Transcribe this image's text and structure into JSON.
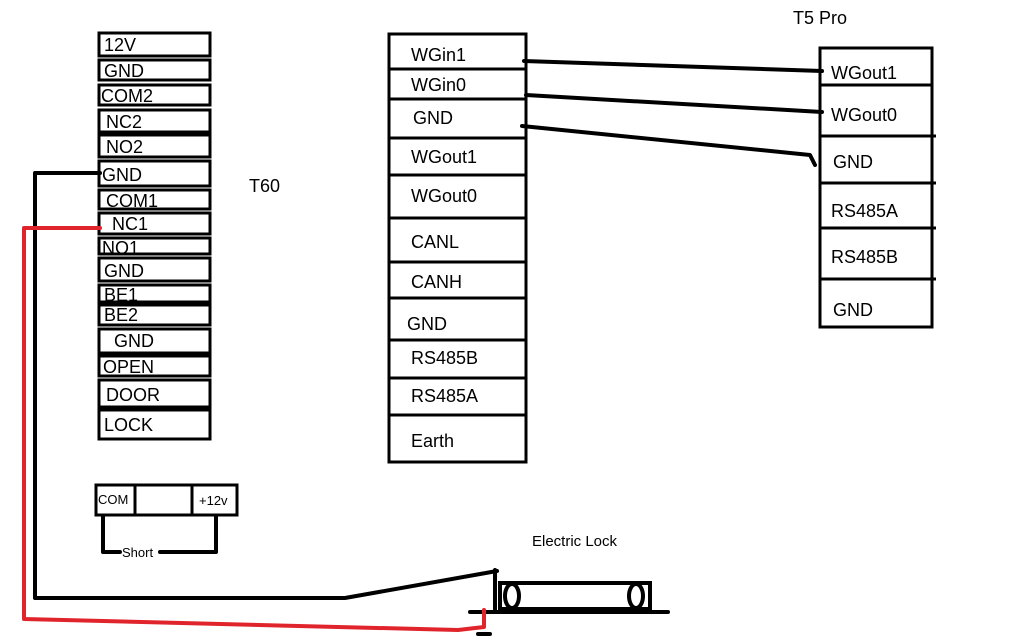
{
  "colors": {
    "wire": "#000000",
    "red_wire": "#e0242b",
    "background": "#ffffff"
  },
  "t60": {
    "title": "T60",
    "terminals": [
      "12V",
      "GND",
      "COM2",
      "NC2",
      "NO2",
      "GND",
      "COM1",
      "NC1",
      "NO1",
      "GND",
      "BE1",
      "BE2",
      "GND",
      "OPEN",
      "DOOR",
      "LOCK"
    ]
  },
  "middle_block": {
    "terminals": [
      "WGin1",
      "WGin0",
      "GND",
      "WGout1",
      "WGout0",
      "CANL",
      "CANH",
      "GND",
      "RS485B",
      "RS485A",
      "Earth"
    ]
  },
  "t5pro": {
    "title": "T5 Pro",
    "terminals": [
      "WGout1",
      "WGout0",
      "GND",
      "RS485A",
      "RS485B",
      "GND"
    ]
  },
  "jumper": {
    "com": "COM",
    "v12": "+12v",
    "short": "Short"
  },
  "lock": {
    "title": "Electric Lock"
  }
}
